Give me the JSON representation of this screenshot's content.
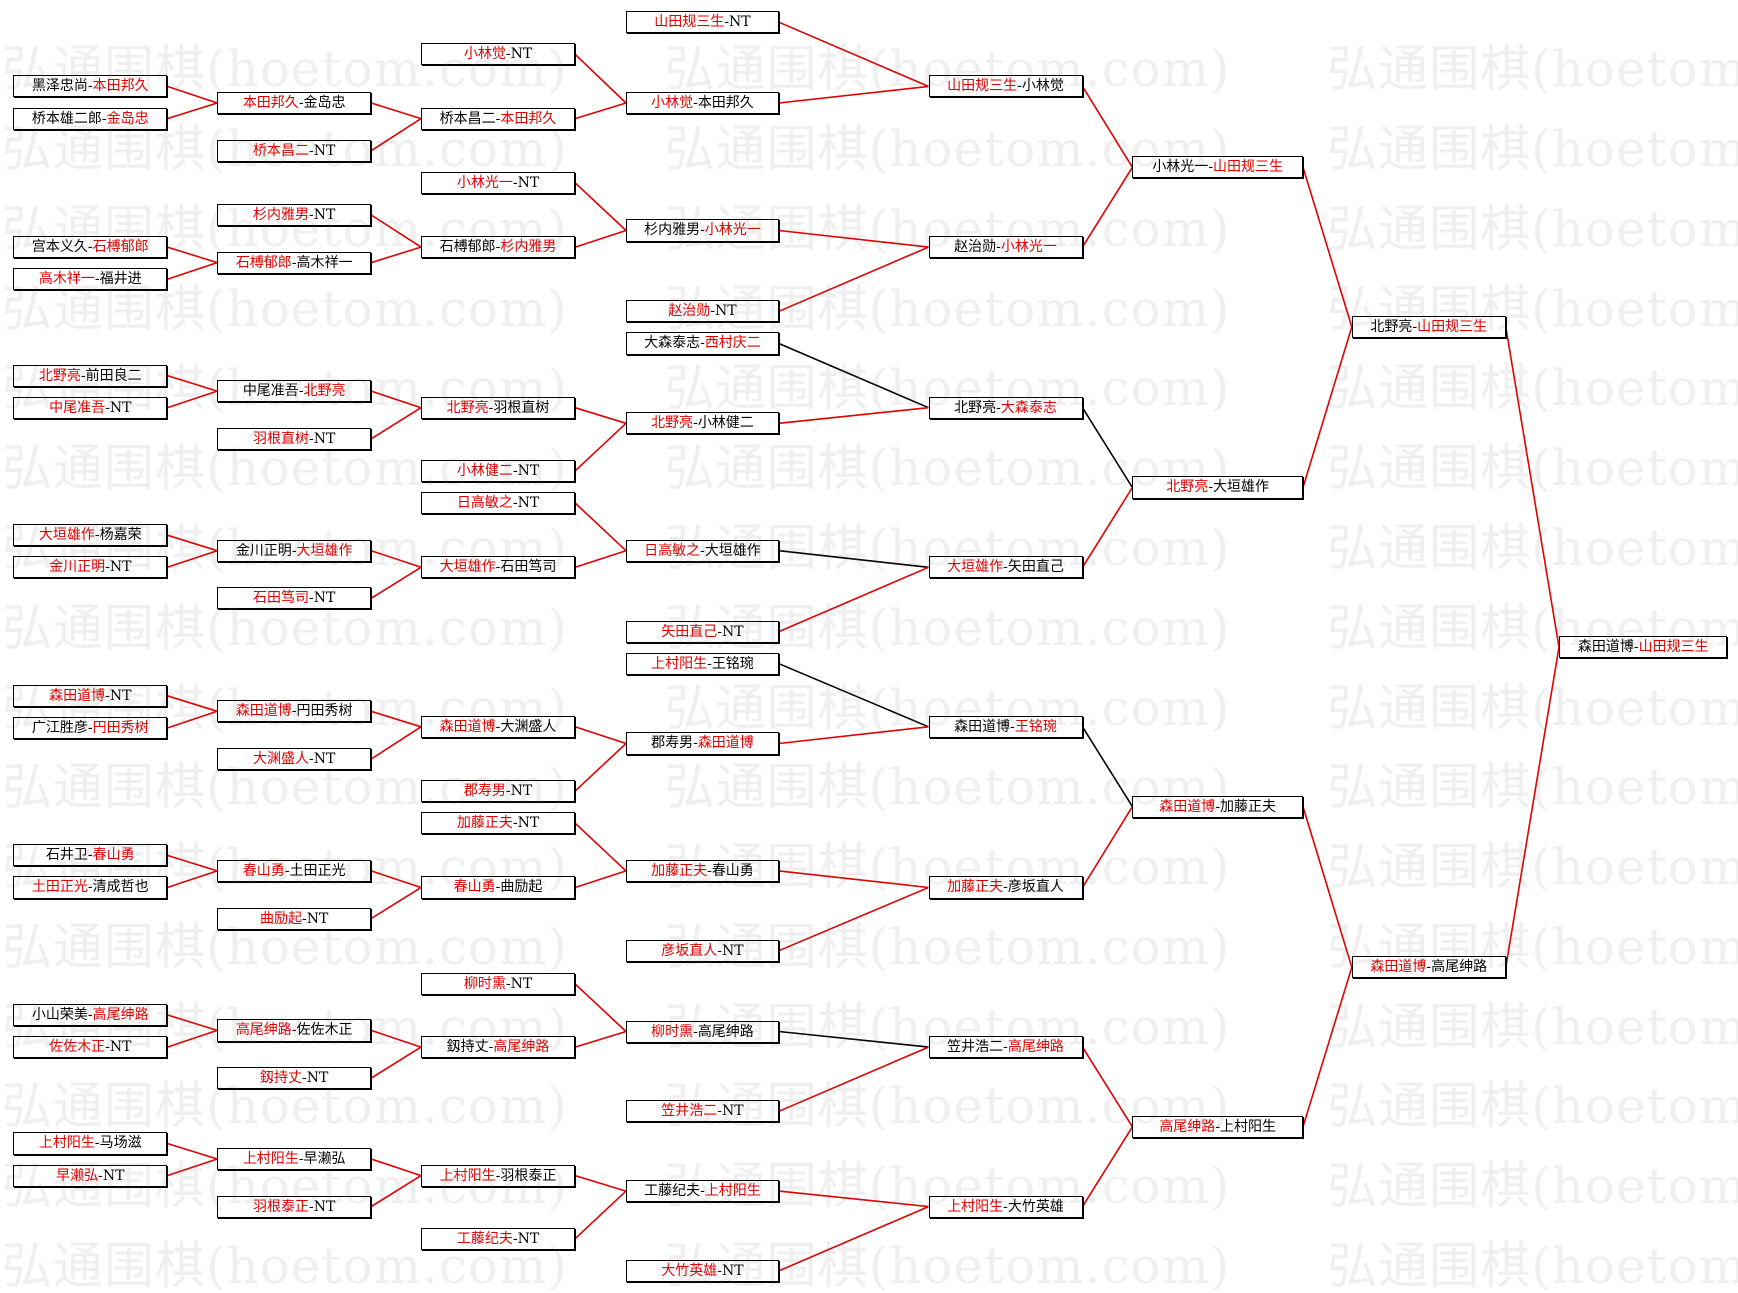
{
  "colors": {
    "winner_text": "#e00000",
    "text": "#000000",
    "watermark": "rgba(110,110,110,0.11)"
  },
  "watermark": {
    "text": "弘通围棋(hoetom.com)"
  },
  "separator": "-",
  "rounds": [
    {
      "matches": [
        {
          "players": [
            "黑泽忠尚",
            "本田邦久"
          ],
          "winner": 1,
          "next": 0,
          "line": "#e00000"
        },
        {
          "players": [
            "桥本雄二郎",
            "金岛忠"
          ],
          "winner": 1,
          "next": 0,
          "line": "#e00000"
        },
        {
          "players": [
            "宫本义久",
            "石榑郁郎"
          ],
          "winner": 1,
          "next": 3,
          "line": "#e00000"
        },
        {
          "players": [
            "高木祥一",
            "福井进"
          ],
          "winner": 0,
          "next": 3,
          "line": "#e00000"
        },
        {
          "players": [
            "北野亮",
            "前田良二"
          ],
          "winner": 0,
          "next": 4,
          "line": "#e00000"
        },
        {
          "players": [
            "中尾准吾",
            "NT"
          ],
          "winner": 0,
          "next": 4,
          "line": "#e00000"
        },
        {
          "players": [
            "大垣雄作",
            "杨嘉荣"
          ],
          "winner": 0,
          "next": 6,
          "line": "#e00000"
        },
        {
          "players": [
            "金川正明",
            "NT"
          ],
          "winner": 0,
          "next": 6,
          "line": "#e00000"
        },
        {
          "players": [
            "森田道博",
            "NT"
          ],
          "winner": 0,
          "next": 8,
          "line": "#e00000"
        },
        {
          "players": [
            "广江胜彦",
            "円田秀树"
          ],
          "winner": 1,
          "next": 8,
          "line": "#e00000"
        },
        {
          "players": [
            "石井卫",
            "春山勇"
          ],
          "winner": 1,
          "next": 10,
          "line": "#e00000"
        },
        {
          "players": [
            "土田正光",
            "清成哲也"
          ],
          "winner": 0,
          "next": 10,
          "line": "#e00000"
        },
        {
          "players": [
            "小山荣美",
            "高尾绅路"
          ],
          "winner": 1,
          "next": 12,
          "line": "#e00000"
        },
        {
          "players": [
            "佐佐木正",
            "NT"
          ],
          "winner": 0,
          "next": 12,
          "line": "#e00000"
        },
        {
          "players": [
            "上村阳生",
            "马场滋"
          ],
          "winner": 0,
          "next": 14,
          "line": "#e00000"
        },
        {
          "players": [
            "早濑弘",
            "NT"
          ],
          "winner": 0,
          "next": 14,
          "line": "#e00000"
        }
      ]
    },
    {
      "matches": [
        {
          "players": [
            "本田邦久",
            "金岛忠"
          ],
          "winner": 0,
          "next": 1,
          "line": "#e00000"
        },
        {
          "players": [
            "桥本昌二",
            "NT"
          ],
          "winner": 0,
          "next": 1,
          "line": "#e00000"
        },
        {
          "players": [
            "杉内雅男",
            "NT"
          ],
          "winner": 0,
          "next": 3,
          "line": "#e00000"
        },
        {
          "players": [
            "石榑郁郎",
            "高木祥一"
          ],
          "winner": 0,
          "next": 3,
          "line": "#e00000"
        },
        {
          "players": [
            "中尾准吾",
            "北野亮"
          ],
          "winner": 1,
          "next": 4,
          "line": "#e00000"
        },
        {
          "players": [
            "羽根直树",
            "NT"
          ],
          "winner": 0,
          "next": 4,
          "line": "#e00000"
        },
        {
          "players": [
            "金川正明",
            "大垣雄作"
          ],
          "winner": 1,
          "next": 7,
          "line": "#e00000"
        },
        {
          "players": [
            "石田笃司",
            "NT"
          ],
          "winner": 0,
          "next": 7,
          "line": "#e00000"
        },
        {
          "players": [
            "森田道博",
            "円田秀树"
          ],
          "winner": 0,
          "next": 8,
          "line": "#e00000"
        },
        {
          "players": [
            "大渊盛人",
            "NT"
          ],
          "winner": 0,
          "next": 8,
          "line": "#e00000"
        },
        {
          "players": [
            "春山勇",
            "土田正光"
          ],
          "winner": 0,
          "next": 11,
          "line": "#e00000"
        },
        {
          "players": [
            "曲励起",
            "NT"
          ],
          "winner": 0,
          "next": 11,
          "line": "#e00000"
        },
        {
          "players": [
            "高尾绅路",
            "佐佐木正"
          ],
          "winner": 0,
          "next": 13,
          "line": "#e00000"
        },
        {
          "players": [
            "釼持丈",
            "NT"
          ],
          "winner": 0,
          "next": 13,
          "line": "#e00000"
        },
        {
          "players": [
            "上村阳生",
            "早濑弘"
          ],
          "winner": 0,
          "next": 14,
          "line": "#e00000"
        },
        {
          "players": [
            "羽根泰正",
            "NT"
          ],
          "winner": 0,
          "next": 14,
          "line": "#e00000"
        }
      ]
    },
    {
      "matches": [
        {
          "players": [
            "小林觉",
            "NT"
          ],
          "winner": 0,
          "next": 1,
          "line": "#e00000"
        },
        {
          "players": [
            "桥本昌二",
            "本田邦久"
          ],
          "winner": 1,
          "next": 1,
          "line": "#e00000"
        },
        {
          "players": [
            "小林光一",
            "NT"
          ],
          "winner": 0,
          "next": 2,
          "line": "#e00000"
        },
        {
          "players": [
            "石榑郁郎",
            "杉内雅男"
          ],
          "winner": 1,
          "next": 2,
          "line": "#e00000"
        },
        {
          "players": [
            "北野亮",
            "羽根直树"
          ],
          "winner": 0,
          "next": 5,
          "line": "#e00000"
        },
        {
          "players": [
            "小林健二",
            "NT"
          ],
          "winner": 0,
          "next": 5,
          "line": "#e00000"
        },
        {
          "players": [
            "日高敏之",
            "NT"
          ],
          "winner": 0,
          "next": 6,
          "line": "#e00000"
        },
        {
          "players": [
            "大垣雄作",
            "石田笃司"
          ],
          "winner": 0,
          "next": 6,
          "line": "#e00000"
        },
        {
          "players": [
            "森田道博",
            "大渊盛人"
          ],
          "winner": 0,
          "next": 9,
          "line": "#e00000"
        },
        {
          "players": [
            "郡寿男",
            "NT"
          ],
          "winner": 0,
          "next": 9,
          "line": "#e00000"
        },
        {
          "players": [
            "加藤正夫",
            "NT"
          ],
          "winner": 0,
          "next": 10,
          "line": "#e00000"
        },
        {
          "players": [
            "春山勇",
            "曲励起"
          ],
          "winner": 0,
          "next": 10,
          "line": "#e00000"
        },
        {
          "players": [
            "柳时熏",
            "NT"
          ],
          "winner": 0,
          "next": 12,
          "line": "#e00000"
        },
        {
          "players": [
            "釼持丈",
            "高尾绅路"
          ],
          "winner": 1,
          "next": 12,
          "line": "#e00000"
        },
        {
          "players": [
            "上村阳生",
            "羽根泰正"
          ],
          "winner": 0,
          "next": 14,
          "line": "#e00000"
        },
        {
          "players": [
            "工藤纪夫",
            "NT"
          ],
          "winner": 0,
          "next": 14,
          "line": "#e00000"
        }
      ]
    },
    {
      "matches": [
        {
          "players": [
            "山田规三生",
            "NT"
          ],
          "winner": 0,
          "next": 0,
          "line": "#e00000"
        },
        {
          "players": [
            "小林觉",
            "本田邦久"
          ],
          "winner": 0,
          "next": 0,
          "line": "#e00000"
        },
        {
          "players": [
            "杉内雅男",
            "小林光一"
          ],
          "winner": 1,
          "next": 1,
          "line": "#e00000"
        },
        {
          "players": [
            "赵治勋",
            "NT"
          ],
          "winner": 0,
          "next": 1,
          "line": "#e00000"
        },
        {
          "players": [
            "大森泰志",
            "西村庆二"
          ],
          "winner": 1,
          "next": 2,
          "line": "#000000"
        },
        {
          "players": [
            "北野亮",
            "小林健二"
          ],
          "winner": 0,
          "next": 2,
          "line": "#e00000"
        },
        {
          "players": [
            "日高敏之",
            "大垣雄作"
          ],
          "winner": 0,
          "next": 3,
          "line": "#000000"
        },
        {
          "players": [
            "矢田直己",
            "NT"
          ],
          "winner": 0,
          "next": 3,
          "line": "#e00000"
        },
        {
          "players": [
            "上村阳生",
            "王铭琬"
          ],
          "winner": 0,
          "next": 4,
          "line": "#000000"
        },
        {
          "players": [
            "郡寿男",
            "森田道博"
          ],
          "winner": 1,
          "next": 4,
          "line": "#e00000"
        },
        {
          "players": [
            "加藤正夫",
            "春山勇"
          ],
          "winner": 0,
          "next": 5,
          "line": "#e00000"
        },
        {
          "players": [
            "彦坂直人",
            "NT"
          ],
          "winner": 0,
          "next": 5,
          "line": "#e00000"
        },
        {
          "players": [
            "柳时熏",
            "高尾绅路"
          ],
          "winner": 0,
          "next": 6,
          "line": "#000000"
        },
        {
          "players": [
            "笠井浩二",
            "NT"
          ],
          "winner": 0,
          "next": 6,
          "line": "#e00000"
        },
        {
          "players": [
            "工藤纪夫",
            "上村阳生"
          ],
          "winner": 1,
          "next": 7,
          "line": "#e00000"
        },
        {
          "players": [
            "大竹英雄",
            "NT"
          ],
          "winner": 0,
          "next": 7,
          "line": "#e00000"
        }
      ]
    },
    {
      "matches": [
        {
          "players": [
            "山田规三生",
            "小林觉"
          ],
          "winner": 0,
          "next": 0,
          "line": "#e00000"
        },
        {
          "players": [
            "赵治勋",
            "小林光一"
          ],
          "winner": 1,
          "next": 0,
          "line": "#e00000"
        },
        {
          "players": [
            "北野亮",
            "大森泰志"
          ],
          "winner": 1,
          "next": 1,
          "line": "#000000"
        },
        {
          "players": [
            "大垣雄作",
            "矢田直己"
          ],
          "winner": 0,
          "next": 1,
          "line": "#e00000"
        },
        {
          "players": [
            "森田道博",
            "王铭琬"
          ],
          "winner": 1,
          "next": 2,
          "line": "#000000"
        },
        {
          "players": [
            "加藤正夫",
            "彦坂直人"
          ],
          "winner": 0,
          "next": 2,
          "line": "#e00000"
        },
        {
          "players": [
            "笠井浩二",
            "高尾绅路"
          ],
          "winner": 1,
          "next": 3,
          "line": "#e00000"
        },
        {
          "players": [
            "上村阳生",
            "大竹英雄"
          ],
          "winner": 0,
          "next": 3,
          "line": "#e00000"
        }
      ]
    },
    {
      "matches": [
        {
          "players": [
            "小林光一",
            "山田规三生"
          ],
          "winner": 1,
          "next": 0,
          "line": "#e00000"
        },
        {
          "players": [
            "北野亮",
            "大垣雄作"
          ],
          "winner": 0,
          "next": 0,
          "line": "#e00000"
        },
        {
          "players": [
            "森田道博",
            "加藤正夫"
          ],
          "winner": 0,
          "next": 1,
          "line": "#e00000"
        },
        {
          "players": [
            "高尾绅路",
            "上村阳生"
          ],
          "winner": 0,
          "next": 1,
          "line": "#e00000"
        }
      ]
    },
    {
      "matches": [
        {
          "players": [
            "北野亮",
            "山田规三生"
          ],
          "winner": 1,
          "next": 0,
          "line": "#e00000"
        },
        {
          "players": [
            "森田道博",
            "高尾绅路"
          ],
          "winner": 0,
          "next": 0,
          "line": "#e00000"
        }
      ]
    },
    {
      "matches": [
        {
          "players": [
            "森田道博",
            "山田规三生"
          ],
          "winner": 1
        }
      ]
    }
  ]
}
